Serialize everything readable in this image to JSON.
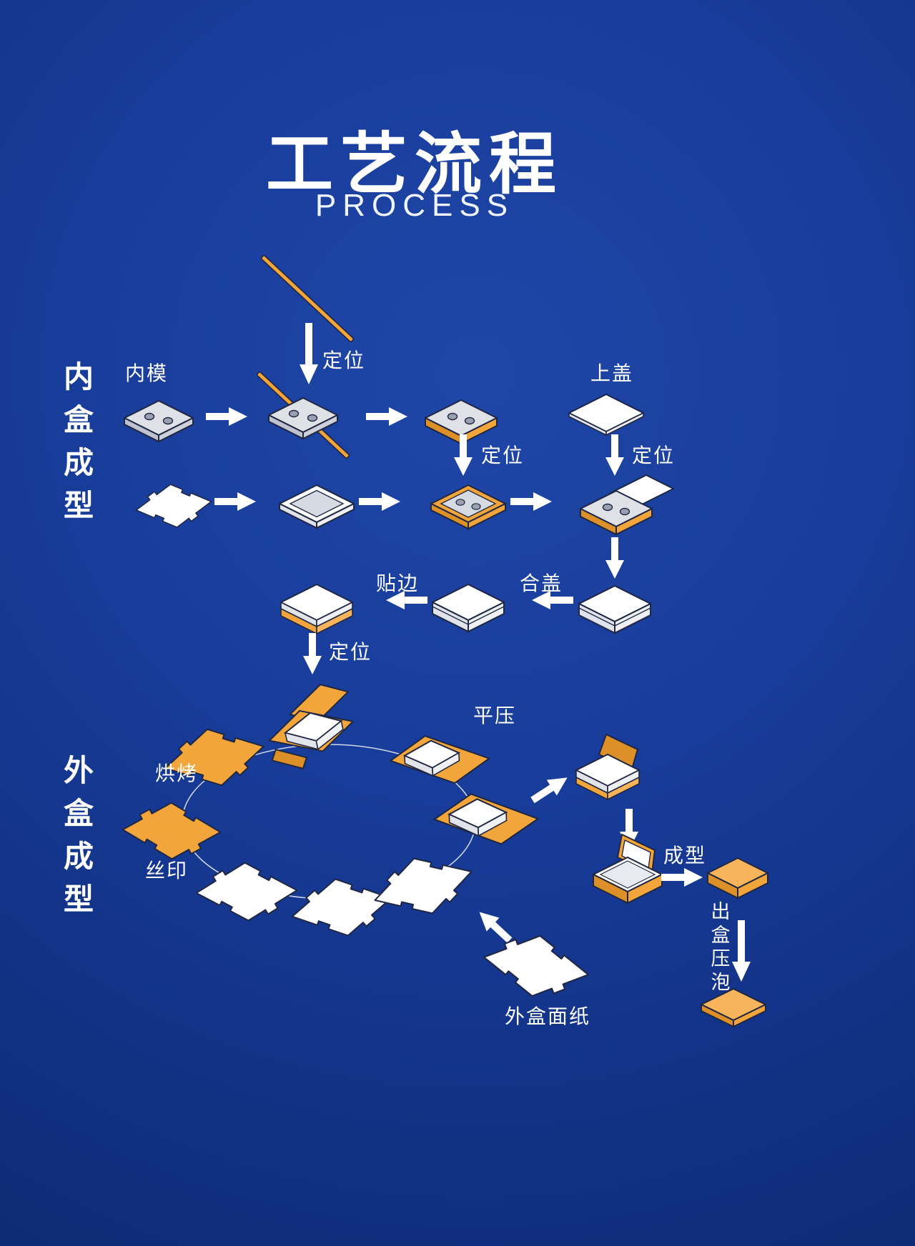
{
  "title": {
    "main": "工艺流程",
    "sub": "PROCESS"
  },
  "sections": {
    "inner_box": "内盒成型",
    "outer_box": "外盒成型"
  },
  "labels": {
    "inner_mold": "内模",
    "position_1": "定位",
    "top_cover": "上盖",
    "position_2": "定位",
    "position_3": "定位",
    "close_cover": "合盖",
    "edge_paste": "贴边",
    "position_4": "定位",
    "flat_press": "平压",
    "bake": "烘烤",
    "silk_print": "丝印",
    "forming": "成型",
    "out_box_press": "出盒压泡",
    "outer_face_paper": "外盒面纸"
  },
  "colors": {
    "background": "#16368e",
    "accent_orange": "#f2a53a",
    "accent_orange_dark": "#dd9028",
    "box_white": "#ffffff",
    "mold_gray": "#dfe1e7",
    "outline": "#1f2742",
    "text": "#ffffff"
  }
}
